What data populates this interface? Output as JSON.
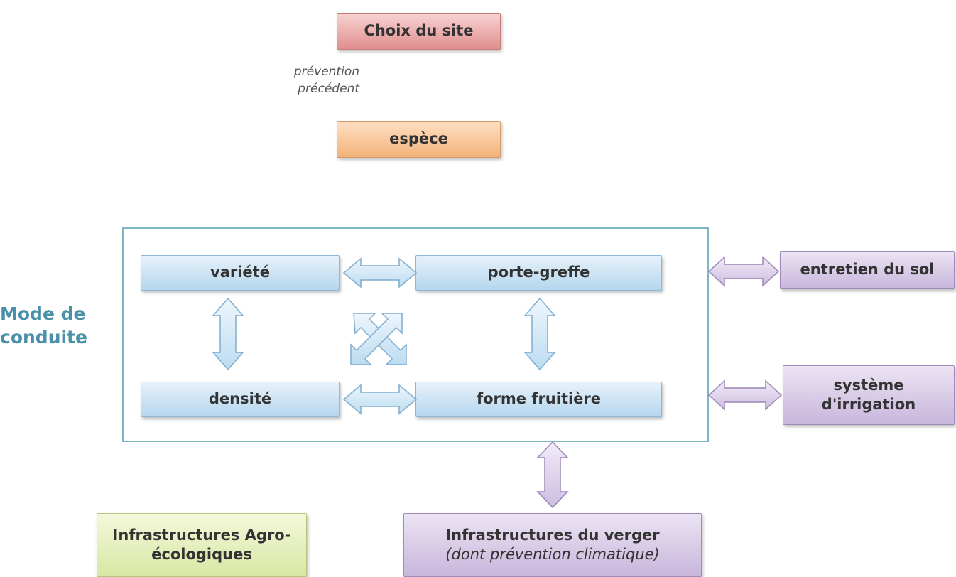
{
  "top": {
    "choix_site": "Choix du site",
    "note_line1": "prévention",
    "note_line2": "précédent",
    "espece": "espèce"
  },
  "mode": {
    "line1": "Mode de",
    "line2": "conduite"
  },
  "inner": {
    "variete": "variété",
    "porte_greffe": "porte-greffe",
    "densite": "densité",
    "forme_fruitiere": "forme fruitière"
  },
  "right": {
    "entretien_sol": "entretien du sol",
    "irrigation_line1": "système",
    "irrigation_line2": "d'irrigation"
  },
  "bottom": {
    "infra_agro_line1": "Infrastructures Agro-",
    "infra_agro_line2": "écologiques",
    "infra_verger_line1": "Infrastructures du verger",
    "infra_verger_line2": "(dont prévention climatique)"
  },
  "colors": {
    "frame": "#7bb7c4",
    "mode_text": "#4a90a8",
    "blue_arrow": "#cfe6f5",
    "purple_arrow": "#ddd0ea"
  }
}
